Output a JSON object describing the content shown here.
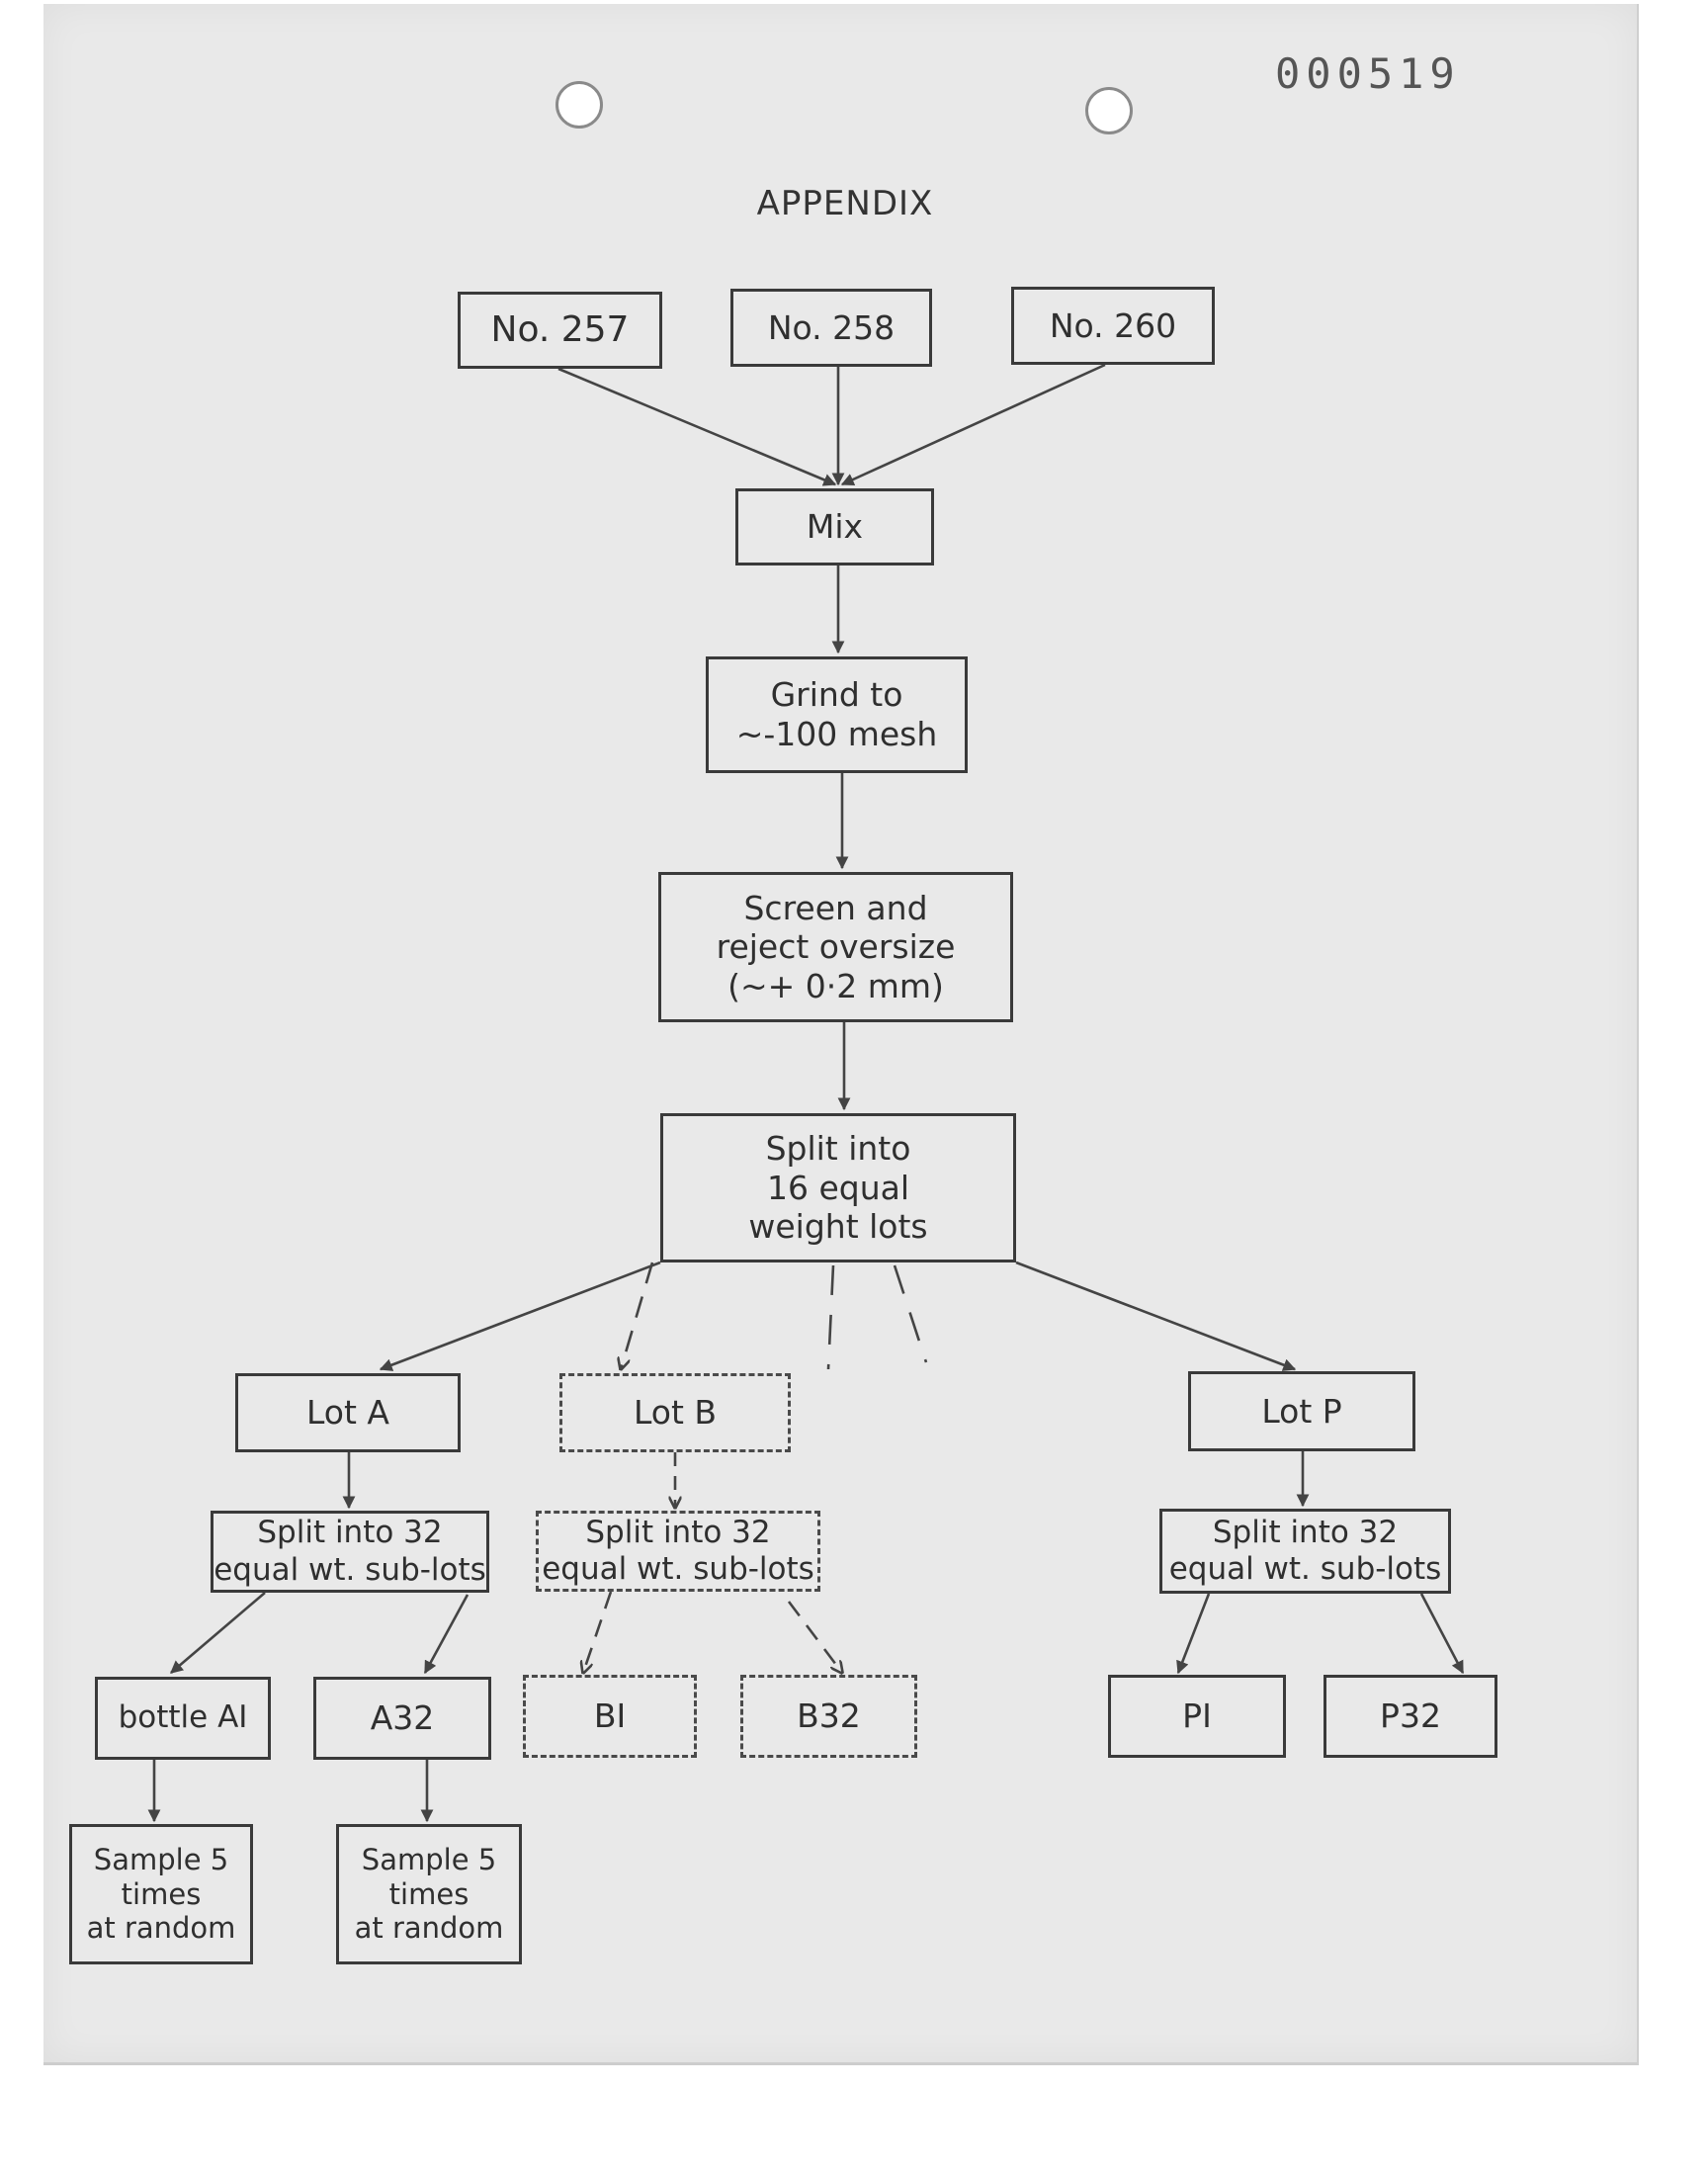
{
  "page": {
    "doc_number": "000519",
    "title": "APPENDIX"
  },
  "nodes": {
    "no257": "No. 257",
    "no258": "No. 258",
    "no260": "No. 260",
    "mix": "Mix",
    "grind": [
      "Grind  to",
      "~-100 mesh"
    ],
    "screen": [
      "Screen  and",
      "reject  oversize",
      "(~+ 0·2 mm)"
    ],
    "split16": [
      "Split  into",
      "16  equal",
      "weight  lots"
    ],
    "lot_a": "Lot  A",
    "lot_b": "Lot  B",
    "lot_p": "Lot  P",
    "split32_a": [
      "Split  into  32",
      "equal  wt. sub-lots"
    ],
    "split32_b": [
      "Split  into  32",
      "equal  wt. sub-lots"
    ],
    "split32_p": [
      "Split  into  32",
      "equal  wt. sub-lots"
    ],
    "bottle_a1": "bottle  AI",
    "a32": "A32",
    "b1": "BI",
    "b32": "B32",
    "p1": "PI",
    "p32": "P32",
    "sample_a1": [
      "Sample  5",
      "times",
      "at  random"
    ],
    "sample_a32": [
      "Sample  5",
      "times",
      "at  random"
    ]
  },
  "colors": {
    "paper": "#e9e9e9",
    "ink": "#3a3a3a"
  }
}
